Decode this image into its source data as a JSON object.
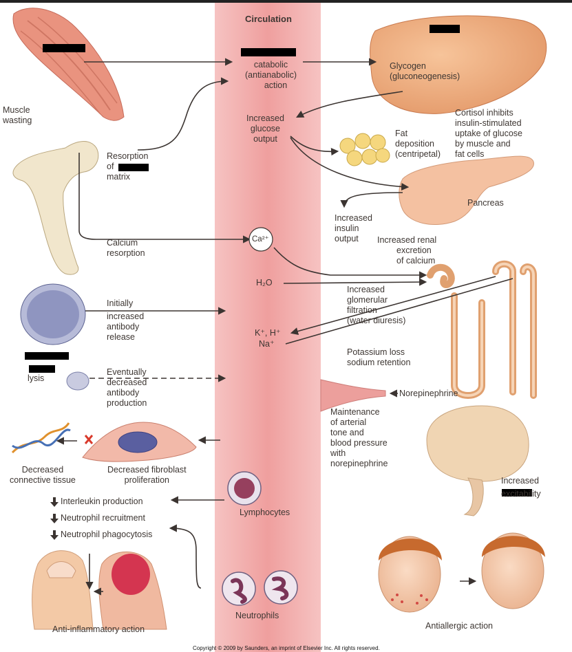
{
  "circulation": "Circulation",
  "catabolic": [
    "catabolic",
    "(antianabolic)",
    "action"
  ],
  "muscle_wasting": [
    "Muscle",
    "wasting"
  ],
  "glycogen": [
    "Glycogen",
    "(gluconeogenesis)"
  ],
  "increased_glucose": [
    "Increased",
    "glucose",
    "output"
  ],
  "cortisol_inhibits": [
    "Cortisol inhibits",
    "insulin-stimulated",
    "uptake of glucose",
    "by muscle and",
    "fat cells"
  ],
  "fat_deposition": [
    "Fat",
    "deposition",
    "(centripetal)"
  ],
  "resorption": [
    "Resorption",
    "of",
    "matrix"
  ],
  "pancreas": "Pancreas",
  "increased_insulin": [
    "Increased",
    "insulin",
    "output"
  ],
  "calcium_resorption": [
    "Calcium",
    "resorption"
  ],
  "ca": "Ca²⁺",
  "renal_excretion": [
    "Increased renal",
    "excretion",
    "of calcium"
  ],
  "h2o": "H₂O",
  "glomerular": [
    "Increased",
    "glomerular",
    "filtration",
    "(water diuresis)"
  ],
  "initially": [
    "Initially",
    "increased",
    "antibody",
    "release"
  ],
  "kh": "K⁺, H⁺",
  "na": "Na⁺",
  "potassium": [
    "Potassium loss",
    "sodium retention"
  ],
  "lysis": "lysis",
  "eventually": [
    "Eventually",
    "decreased",
    "antibody",
    "production"
  ],
  "norepinephrine": "Norepinephrine",
  "maintenance": [
    "Maintenance",
    "of arterial",
    "tone and",
    "blood pressure",
    "with",
    "norepinephrine"
  ],
  "decreased_ct": [
    "Decreased",
    "connective tissue"
  ],
  "decreased_fib": [
    "Decreased fibroblast",
    "proliferation"
  ],
  "increased_exc": [
    "Increased",
    "excitability"
  ],
  "interleukin": "Interleukin production",
  "neutrophil_rec": "Neutrophil recruitment",
  "neutrophil_phag": "Neutrophil phagocytosis",
  "lymphocytes": "Lymphocytes",
  "neutrophils": "Neutrophils",
  "anti_inflammatory": "Anti-inflammatory action",
  "antiallergic": "Antiallergic action",
  "copyright": "Copyright © 2009 by Saunders, an imprint of Elsevier Inc. All rights reserved.",
  "colors": {
    "circulation": "#f2a7a6",
    "arrow": "#3b3431",
    "accent": "#d93a2c"
  }
}
